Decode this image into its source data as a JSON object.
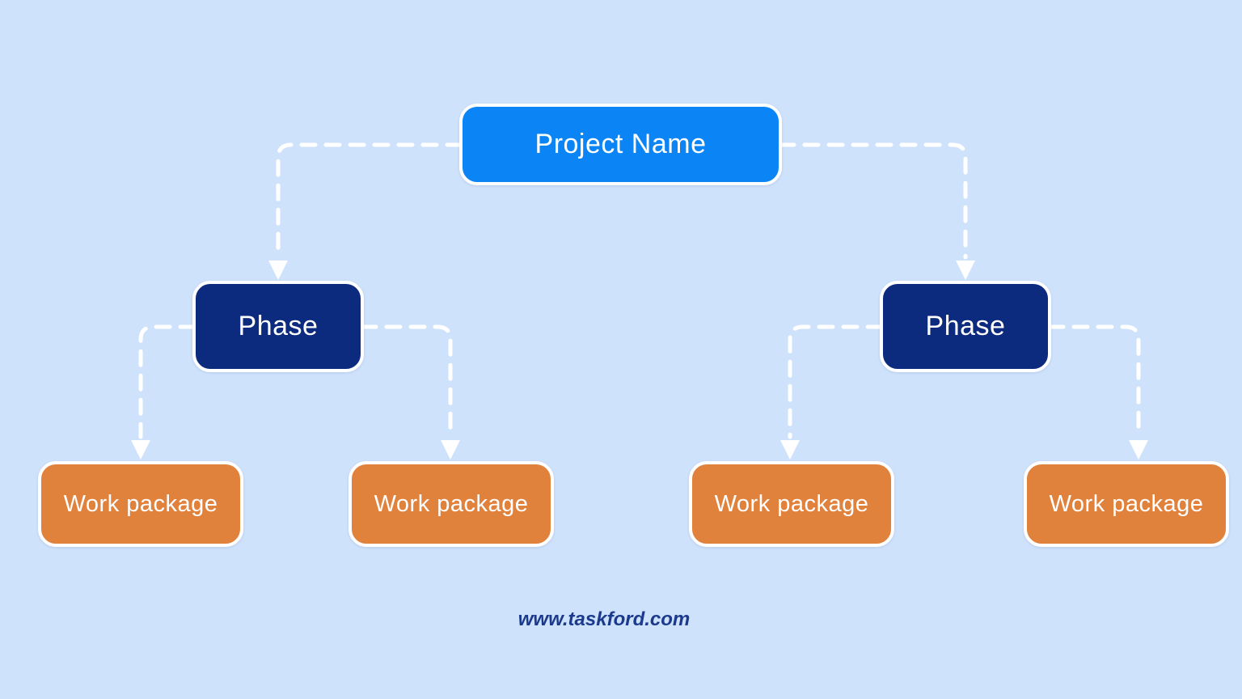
{
  "page": {
    "background_color": "#cfe2fb",
    "connector_color": "#ffffff"
  },
  "diagram": {
    "type": "work-breakdown-structure",
    "root": {
      "label": "Project Name",
      "color": "#0b84f6"
    },
    "phases": [
      {
        "label": "Phase",
        "color": "#0d2b7e"
      },
      {
        "label": "Phase",
        "color": "#0d2b7e"
      }
    ],
    "work_packages": [
      {
        "label": "Work package",
        "color": "#e0813c"
      },
      {
        "label": "Work package",
        "color": "#e0813c"
      },
      {
        "label": "Work package",
        "color": "#e0813c"
      },
      {
        "label": "Work package",
        "color": "#e0813c"
      }
    ],
    "edges": [
      {
        "from": "root",
        "to": "phase-1"
      },
      {
        "from": "root",
        "to": "phase-2"
      },
      {
        "from": "phase-1",
        "to": "work-package-1"
      },
      {
        "from": "phase-1",
        "to": "work-package-2"
      },
      {
        "from": "phase-2",
        "to": "work-package-3"
      },
      {
        "from": "phase-2",
        "to": "work-package-4"
      }
    ]
  },
  "footer": {
    "watermark": "www.taskford.com"
  }
}
